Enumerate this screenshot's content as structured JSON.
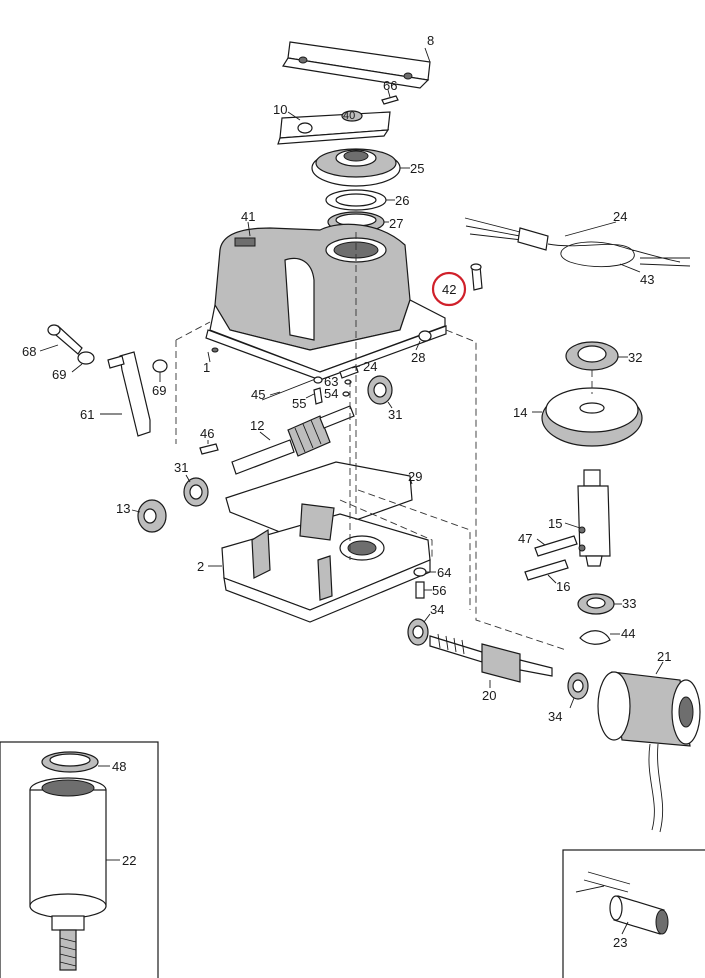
{
  "diagram": {
    "part_numbers": {
      "p8": "8",
      "p66": "66",
      "p10": "10",
      "p40": "40",
      "p25": "25",
      "p26": "26",
      "p27": "27",
      "p41": "41",
      "p24a": "24",
      "p43": "43",
      "p42": "42",
      "p28": "28",
      "p1": "1",
      "p68": "68",
      "p69a": "69",
      "p69b": "69",
      "p61": "61",
      "p24b": "24",
      "p63": "63",
      "p54": "54",
      "p45": "45",
      "p55": "55",
      "p31a": "31",
      "p32": "32",
      "p14": "14",
      "p12": "12",
      "p46": "46",
      "p31b": "31",
      "p29": "29",
      "p13": "13",
      "p15": "15",
      "p47": "47",
      "p16": "16",
      "p2": "2",
      "p64": "64",
      "p56": "56",
      "p34a": "34",
      "p33": "33",
      "p44": "44",
      "p21": "21",
      "p20": "20",
      "p34b": "34",
      "p48": "48",
      "p22": "22",
      "p23": "23"
    },
    "highlighted_part": "42",
    "highlight_color": "#d0202a"
  }
}
